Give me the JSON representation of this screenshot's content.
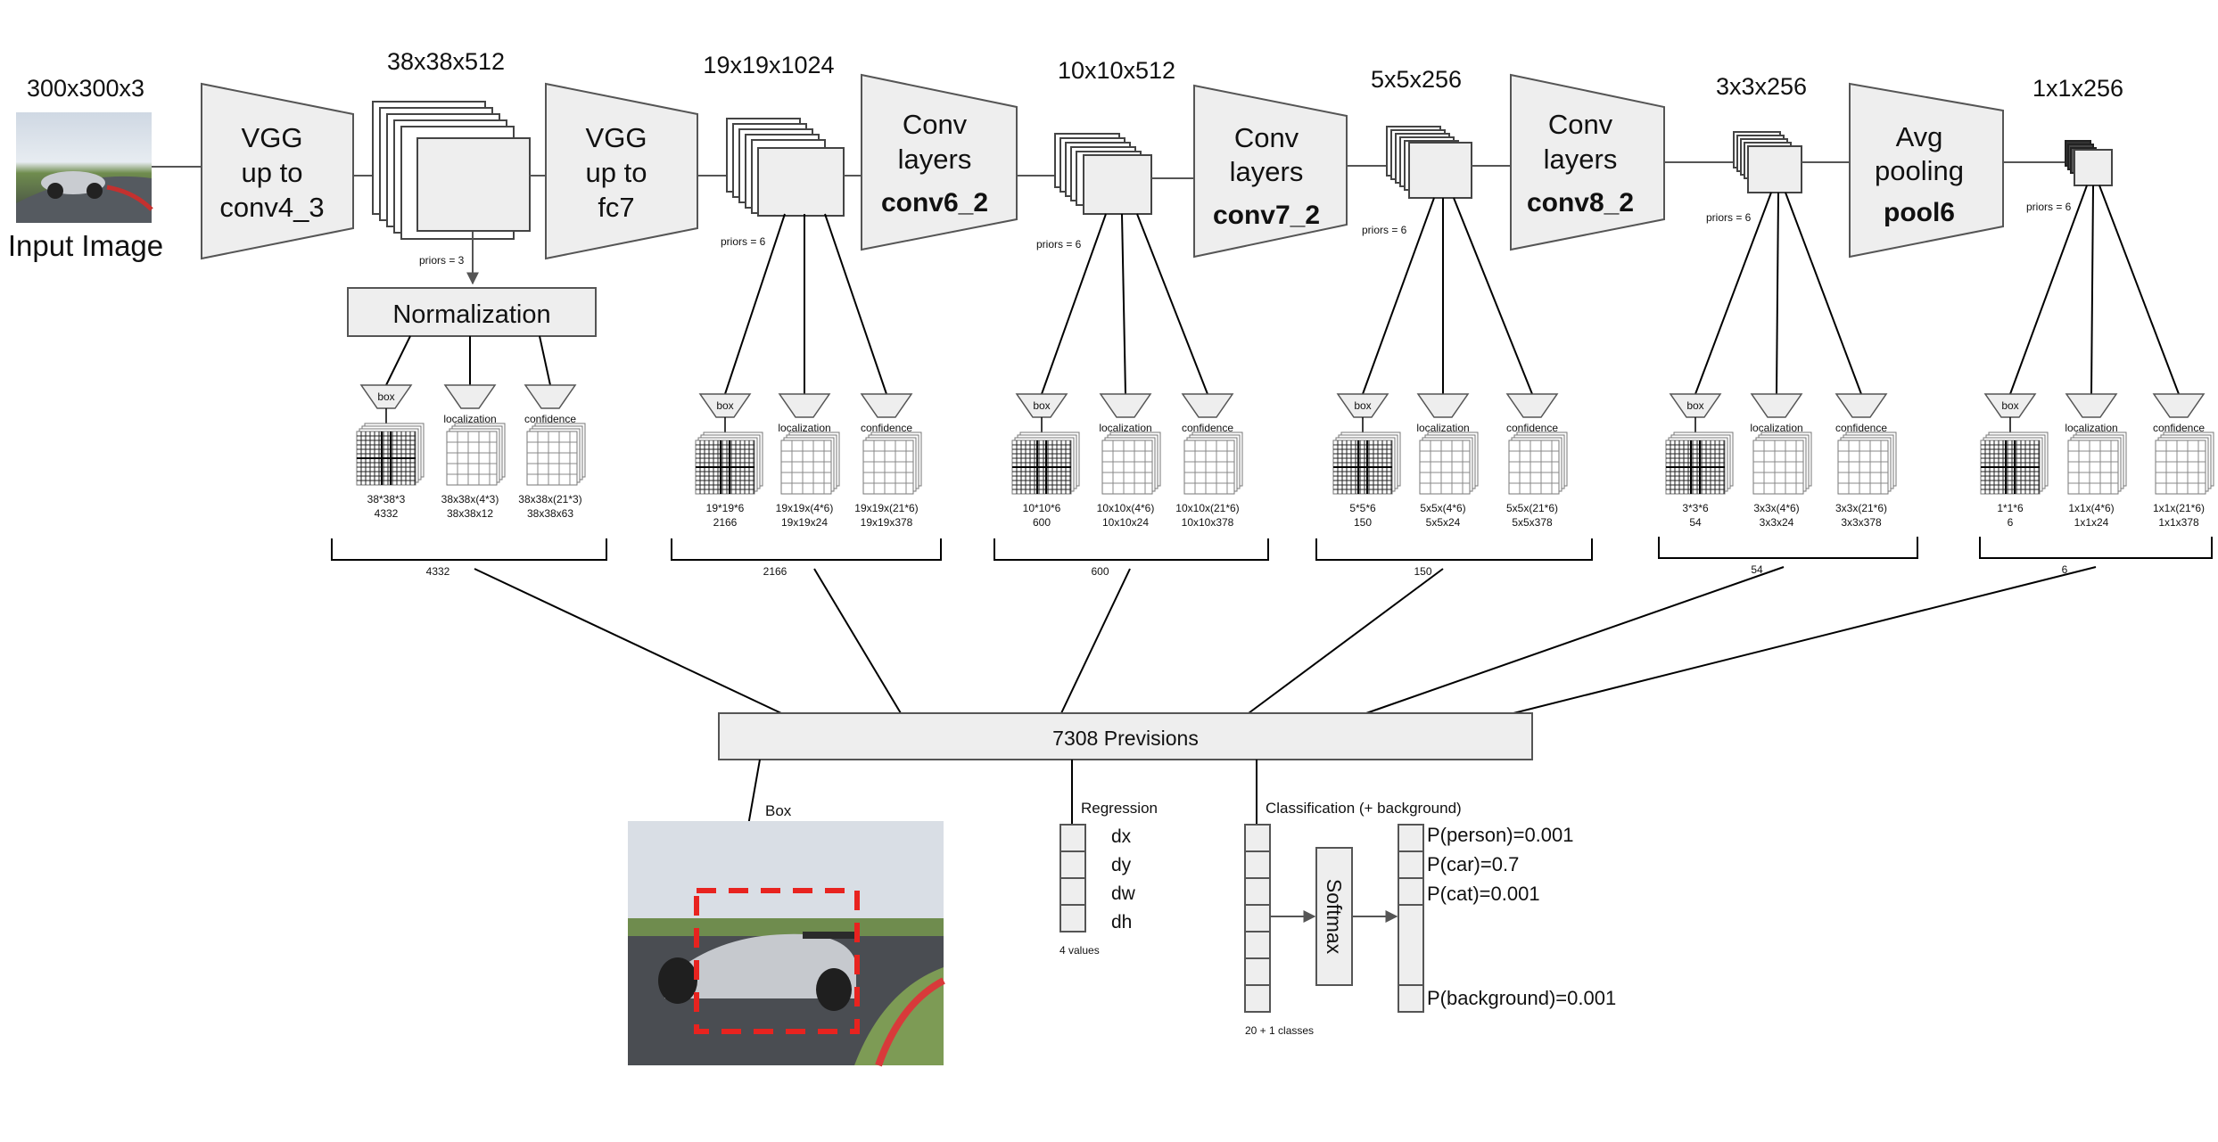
{
  "input": {
    "dims": "300x300x3",
    "label": "Input Image"
  },
  "blocks": [
    {
      "line1": "VGG",
      "line2": "up to",
      "line3": "conv4_3",
      "bold": false
    },
    {
      "line1": "VGG",
      "line2": "up to",
      "line3": "fc7",
      "bold": false
    },
    {
      "line1": "Conv",
      "line2": "layers",
      "line3": "conv6_2",
      "bold": true
    },
    {
      "line1": "Conv",
      "line2": "layers",
      "line3": "conv7_2",
      "bold": true
    },
    {
      "line1": "Conv",
      "line2": "layers",
      "line3": "conv8_2",
      "bold": true
    },
    {
      "line1": "Avg",
      "line2": "pooling",
      "line3": "pool6",
      "bold": true
    }
  ],
  "stages": [
    {
      "dims": "38x38x512",
      "priors": "priors = 3",
      "box_calc": "38*38*3",
      "box_total": "4332",
      "loc_calc": "38x38x(4*3)",
      "loc_shape": "38x38x12",
      "conf_calc": "38x38x(21*3)",
      "conf_shape": "38x38x63",
      "bracket": "4332"
    },
    {
      "dims": "19x19x1024",
      "priors": "priors = 6",
      "box_calc": "19*19*6",
      "box_total": "2166",
      "loc_calc": "19x19x(4*6)",
      "loc_shape": "19x19x24",
      "conf_calc": "19x19x(21*6)",
      "conf_shape": "19x19x378",
      "bracket": "2166"
    },
    {
      "dims": "10x10x512",
      "priors": "priors = 6",
      "box_calc": "10*10*6",
      "box_total": "600",
      "loc_calc": "10x10x(4*6)",
      "loc_shape": "10x10x24",
      "conf_calc": "10x10x(21*6)",
      "conf_shape": "10x10x378",
      "bracket": "600"
    },
    {
      "dims": "5x5x256",
      "priors": "priors = 6",
      "box_calc": "5*5*6",
      "box_total": "150",
      "loc_calc": "5x5x(4*6)",
      "loc_shape": "5x5x24",
      "conf_calc": "5x5x(21*6)",
      "conf_shape": "5x5x378",
      "bracket": "150"
    },
    {
      "dims": "3x3x256",
      "priors": "priors = 6",
      "box_calc": "3*3*6",
      "box_total": "54",
      "loc_calc": "3x3x(4*6)",
      "loc_shape": "3x3x24",
      "conf_calc": "3x3x(21*6)",
      "conf_shape": "3x3x378",
      "bracket": "54"
    },
    {
      "dims": "1x1x256",
      "priors": "priors = 6",
      "box_calc": "1*1*6",
      "box_total": "6",
      "loc_calc": "1x1x(4*6)",
      "loc_shape": "1x1x24",
      "conf_calc": "1x1x(21*6)",
      "conf_shape": "1x1x378",
      "bracket": "6"
    }
  ],
  "normalization": "Normalization",
  "head_labels": {
    "box": "box",
    "localization": "localization",
    "confidence": "confidence"
  },
  "previsions": "7308 Previsions",
  "output_box": {
    "label": "Box"
  },
  "regression": {
    "title": "Regression",
    "values": [
      "dx",
      "dy",
      "dw",
      "dh"
    ],
    "caption": "4 values"
  },
  "classification": {
    "title": "Classification (+ background)",
    "softmax": "Softmax",
    "caption": "20 + 1 classes",
    "probs": [
      "P(person)=0.001",
      "P(car)=0.7",
      "P(cat)=0.001",
      "P(background)=0.001"
    ]
  },
  "colors": {
    "fill": "#eeeeee",
    "stroke": "#555555",
    "line": "#000000",
    "dashed_box": "#e8231f"
  }
}
